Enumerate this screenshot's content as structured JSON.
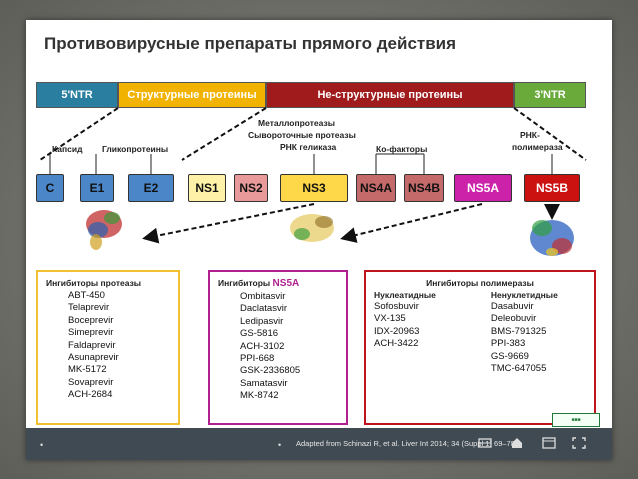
{
  "title": "Противовирусные препараты прямого действия",
  "genome": [
    {
      "label": "5'NTR",
      "color": "#2a7fa0",
      "text_color": "#ffffff"
    },
    {
      "label": "Структурные протеины",
      "color": "#f2b200",
      "text_color": "#ffffff"
    },
    {
      "label": "Не-структурные протеины",
      "color": "#a01c1c",
      "text_color": "#ffffff"
    },
    {
      "label": "3'NTR",
      "color": "#6aaa3a",
      "text_color": "#ffffff"
    }
  ],
  "proteins": [
    {
      "label": "C",
      "color": "#4a86c8"
    },
    {
      "label": "E1",
      "color": "#4a86c8"
    },
    {
      "label": "E2",
      "color": "#4a86c8"
    },
    {
      "label": "NS1",
      "color": "#fff2a8"
    },
    {
      "label": "NS2",
      "color": "#e89a9a"
    },
    {
      "label": "NS3",
      "color": "#ffd84a"
    },
    {
      "label": "NS4A",
      "color": "#c46a6a"
    },
    {
      "label": "NS4B",
      "color": "#c46a6a"
    },
    {
      "label": "NS5A",
      "color": "#cc22aa"
    },
    {
      "label": "NS5B",
      "color": "#cc1111"
    }
  ],
  "labels": {
    "capsid": "Капсид",
    "glycoproteins": "Гликопротеины",
    "ns3_functions": [
      "Металлопротеазы",
      "Сывороточные протеазы",
      "РНК геликаза"
    ],
    "cofactors": "Ко-факторы",
    "polymerase": [
      "РНК-",
      "полимераза"
    ]
  },
  "boxes": {
    "protease": {
      "title": "Ингибиторы протеазы",
      "color": "#f0c030",
      "drugs": [
        "ABT-450",
        "Telaprevir",
        "Boceprevir",
        "Simeprevir",
        "Faldaprevir",
        "Asunaprevir",
        "MK-5172",
        "Sovaprevir",
        "ACH-2684"
      ]
    },
    "ns5a": {
      "title_prefix": "Ингибиторы ",
      "title_highlight": "NS5A",
      "color": "#b02090",
      "drugs": [
        "Ombitasvir",
        "Daclatasvir",
        "Ledipasvir",
        "GS-5816",
        "ACH-3102",
        "PPI-668",
        "GSK-2336805",
        "Samatasvir",
        "MK-8742"
      ]
    },
    "polymerase": {
      "title": "Ингибиторы полимеразы",
      "color": "#c0141c",
      "nucleotide_title": "Нуклеатидные",
      "nucleotide": [
        "Sofosbuvir",
        "VX-135",
        "IDX-20963",
        "ACH-3422"
      ],
      "non_nucleotide_title": "Ненуклетидные",
      "non_nucleotide": [
        "Dasabuvir",
        "Deleobuvir",
        "BMS-791325",
        "PPI-383",
        "GS-9669",
        "TMC-647055"
      ]
    }
  },
  "footer": {
    "reference": "Adapted from Schinazi R, et al. Liver Int 2014; 34 (Suppl 1) 69–78"
  }
}
